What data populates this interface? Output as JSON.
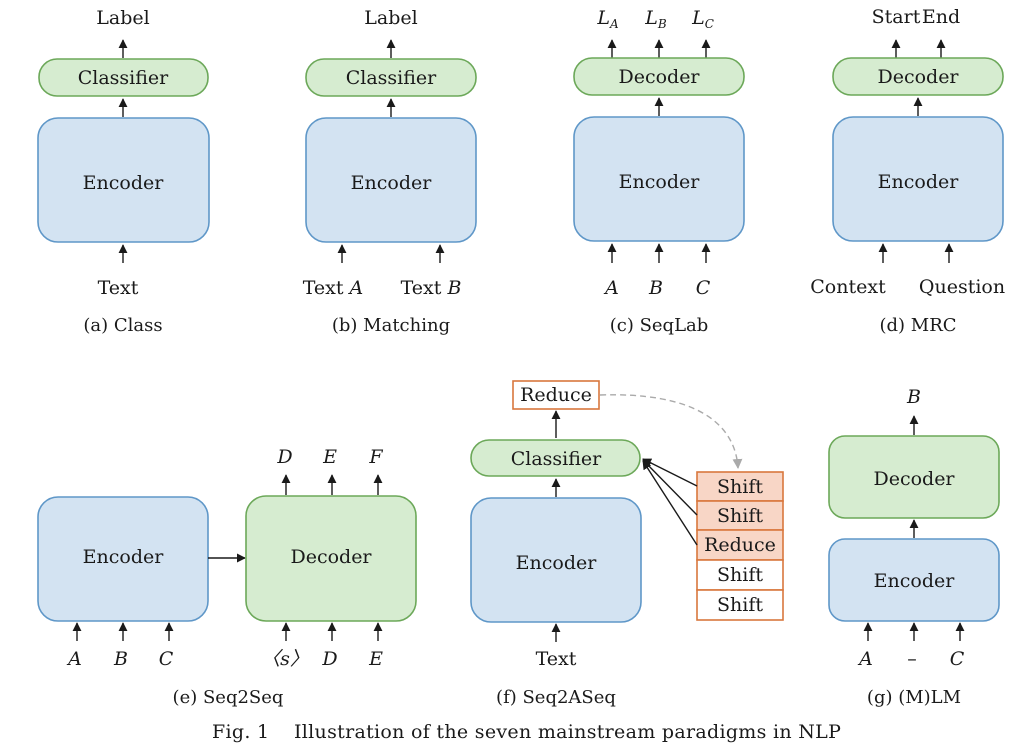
{
  "caption": {
    "figure": "Fig. 1",
    "text": "Illustration of the seven mainstream paradigms in NLP"
  },
  "panels": {
    "a": {
      "caption": "(a) Class",
      "output": "Label",
      "head": "Classifier",
      "encoder": "Encoder",
      "input": "Text"
    },
    "b": {
      "caption": "(b) Matching",
      "output": "Label",
      "head": "Classifier",
      "encoder": "Encoder",
      "input_a_text": "Text",
      "input_a_var": "A",
      "input_b_text": "Text",
      "input_b_var": "B"
    },
    "c": {
      "caption": "(c) SeqLab",
      "outputs": [
        {
          "base": "L",
          "sub": "A"
        },
        {
          "base": "L",
          "sub": "B"
        },
        {
          "base": "L",
          "sub": "C"
        }
      ],
      "head": "Decoder",
      "encoder": "Encoder",
      "inputs": [
        "A",
        "B",
        "C"
      ]
    },
    "d": {
      "caption": "(d) MRC",
      "output_start": "Start",
      "output_end": "End",
      "head": "Decoder",
      "encoder": "Encoder",
      "input_context": "Context",
      "input_question": "Question"
    },
    "e": {
      "caption": "(e) Seq2Seq",
      "encoder": "Encoder",
      "decoder": "Decoder",
      "enc_inputs": [
        "A",
        "B",
        "C"
      ],
      "dec_outputs": [
        "D",
        "E",
        "F"
      ],
      "dec_input_start": "〈s〉",
      "dec_inputs": [
        "D",
        "E"
      ]
    },
    "f": {
      "caption": "(f) Seq2ASeq",
      "action": "Reduce",
      "head": "Classifier",
      "encoder": "Encoder",
      "input": "Text",
      "stack": [
        "Shift",
        "Shift",
        "Reduce",
        "Shift",
        "Shift"
      ]
    },
    "g": {
      "caption": "(g) (M)LM",
      "output": "B",
      "decoder": "Decoder",
      "encoder": "Encoder",
      "inputs": [
        "A",
        "–",
        "C"
      ]
    }
  },
  "colors": {
    "encoder_fill": "#d3e3f2",
    "encoder_stroke": "#5f97c8",
    "decoder_fill": "#d6ecd0",
    "decoder_stroke": "#6ca859",
    "stack_highlight_fill": "#f8d6c6",
    "stack_stroke": "#d9773d",
    "dashed_arrow": "#aaaaaa"
  }
}
